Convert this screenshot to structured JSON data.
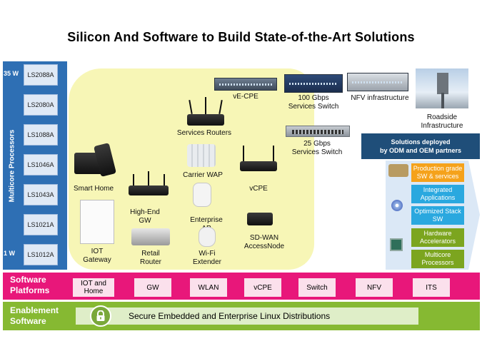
{
  "title": "Silicon And Software to Build State-of-the-Art Solutions",
  "processors": {
    "axis_label": "Multicore Processors",
    "top_watt": "35 W",
    "bottom_watt": "1 W",
    "chips": [
      "LS2088A",
      "LS2080A",
      "LS1088A",
      "LS1046A",
      "LS1043A",
      "LS1021A",
      "LS1012A"
    ]
  },
  "devices": {
    "ve_cpe": "vE-CPE",
    "services_routers": "Services Routers",
    "carrier_wap": "Carrier WAP",
    "smart_home": "Smart Home",
    "high_end_gw": "High-End\nGW",
    "enterprise_ap": "Enterprise\nAP",
    "vcpe": "vCPE",
    "iot_gateway": "IOT\nGateway",
    "retail_router": "Retail\nRouter",
    "wifi_extender": "Wi-Fi\nExtender",
    "sdwan": "SD-WAN\nAccessNode",
    "switch_100g": "100 Gbps\nServices Switch",
    "nfv_infra": "NFV infrastructure",
    "switch_25g": "25 Gbps\nServices Switch",
    "roadside": "Roadside\nInfrastructure"
  },
  "solutions": {
    "header": "Solutions deployed\nby ODM and OEM partners",
    "items": [
      {
        "label": "Production grade\nSW & services",
        "color": "#f5a21b"
      },
      {
        "label": "Integrated\nApplications",
        "color": "#2aa8df"
      },
      {
        "label": "Optimized Stack\nSW",
        "color": "#2aa8df"
      },
      {
        "label": "Hardware\nAccelerators",
        "color": "#7ca51f"
      },
      {
        "label": "Multicore\nProcessors",
        "color": "#7ca51f"
      }
    ]
  },
  "software_platforms": {
    "label": "Software\nPlatforms",
    "items": [
      "IOT and\nHome",
      "GW",
      "WLAN",
      "vCPE",
      "Switch",
      "NFV",
      "ITS"
    ]
  },
  "enablement": {
    "label": "Enablement\nSoftware",
    "text": "Secure Embedded and Enterprise Linux Distributions"
  },
  "colors": {
    "processor_blue": "#2e6fb4",
    "platform_pink": "#e8177a",
    "enablement_green": "#86b932",
    "solutions_navy": "#1f4e79"
  }
}
